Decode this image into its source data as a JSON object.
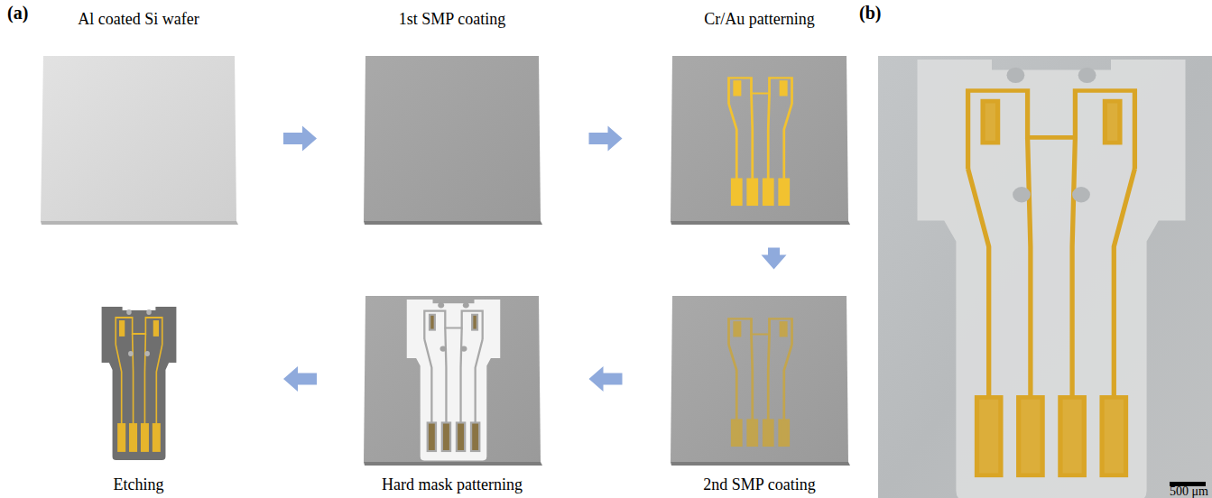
{
  "diagram": {
    "nodes": [
      {
        "text": [
          "Al coated Si wafer"
        ]
      },
      {
        "text": [
          "1st SMP coating"
        ]
      },
      {
        "text": [
          "Cr/Au patterning"
        ]
      },
      {
        "text": [
          "Etching"
        ]
      },
      {
        "text": [
          "Hard mask patterning"
        ]
      },
      {
        "text": [
          "2nd SMP coating"
        ]
      }
    ],
    "edges": [
      {
        "from": 0,
        "to": 1,
        "arrow": "to"
      },
      {
        "from": 1,
        "to": 2,
        "arrow": "to"
      },
      {
        "from": 2,
        "to": 5,
        "arrow": "to"
      },
      {
        "from": 5,
        "to": 4,
        "arrow": "to"
      },
      {
        "from": 4,
        "to": 3,
        "arrow": "to"
      }
    ],
    "labels": [
      "(a)",
      "(b)",
      "500 μm"
    ]
  }
}
